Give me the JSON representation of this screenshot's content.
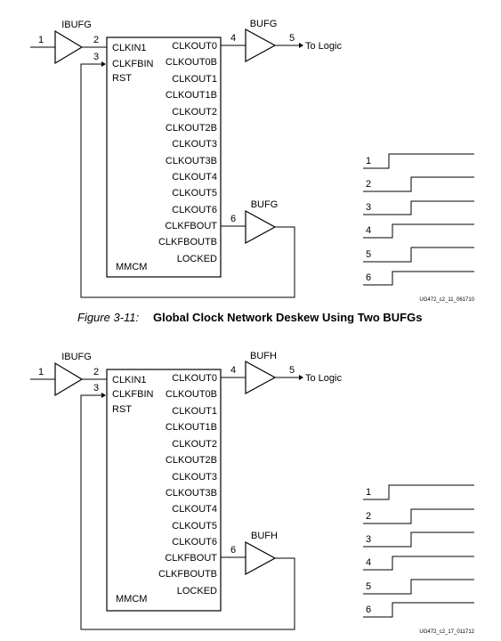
{
  "diagrams": [
    {
      "input_buffer": "IBUFG",
      "output_buffer": "BUFG",
      "feedback_buffer": "BUFG",
      "block": "MMCM",
      "inputs": [
        "CLKIN1",
        "CLKFBIN",
        "RST"
      ],
      "outputs": [
        "CLKOUT0",
        "CLKOUT0B",
        "CLKOUT1",
        "CLKOUT1B",
        "CLKOUT2",
        "CLKOUT2B",
        "CLKOUT3",
        "CLKOUT3B",
        "CLKOUT4",
        "CLKOUT5",
        "CLKOUT6",
        "CLKFBOUT",
        "CLKFBOUTB",
        "LOCKED"
      ],
      "nodes": [
        "1",
        "2",
        "3",
        "4",
        "5",
        "6"
      ],
      "destination": "To Logic",
      "waveform_labels": [
        "1",
        "2",
        "3",
        "4",
        "5",
        "6"
      ],
      "doc_id": "UG472_c2_11_061710",
      "caption_number": "Figure 3-11:",
      "caption_title": "Global Clock Network Deskew Using Two BUFGs"
    },
    {
      "input_buffer": "IBUFG",
      "output_buffer": "BUFH",
      "feedback_buffer": "BUFH",
      "block": "MMCM",
      "inputs": [
        "CLKIN1",
        "CLKFBIN",
        "RST"
      ],
      "outputs": [
        "CLKOUT0",
        "CLKOUT0B",
        "CLKOUT1",
        "CLKOUT1B",
        "CLKOUT2",
        "CLKOUT2B",
        "CLKOUT3",
        "CLKOUT3B",
        "CLKOUT4",
        "CLKOUT5",
        "CLKOUT6",
        "CLKFBOUT",
        "CLKFBOUTB",
        "LOCKED"
      ],
      "nodes": [
        "1",
        "2",
        "3",
        "4",
        "5",
        "6"
      ],
      "destination": "To Logic",
      "waveform_labels": [
        "1",
        "2",
        "3",
        "4",
        "5",
        "6"
      ],
      "doc_id": "UG472_c2_17_011712"
    }
  ]
}
